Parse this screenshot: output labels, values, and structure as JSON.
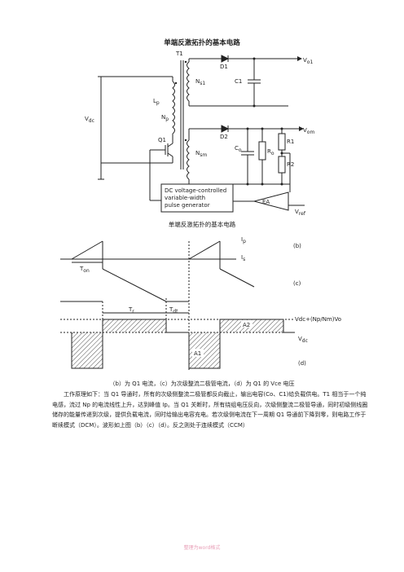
{
  "title": "单端反激拓扑的基本电路",
  "circuit": {
    "labels": {
      "t1": "T1",
      "d1": "D1",
      "vo1": "V",
      "vo1_sub": "o1",
      "ns1": "N",
      "ns1_sub": "s1",
      "c1": "C1",
      "lp": "L",
      "lp_sub": "p",
      "np": "N",
      "np_sub": "p",
      "vdc": "V",
      "vdc_sub": "dc",
      "d2": "D2",
      "vom": "V",
      "vom_sub": "om",
      "q1": "Q1",
      "nsm": "N",
      "nsm_sub": "sm",
      "co": "C",
      "co_sub": "o",
      "ro": "R",
      "ro_sub": "o",
      "r1": "R1",
      "r2": "R2",
      "ea": "EA",
      "vref": "V",
      "vref_sub": "ref",
      "controller_line1": "DC voltage-controlled",
      "controller_line2": "variable-width",
      "controller_line3": "pulse generator"
    },
    "caption": "单端反激拓扑的基本电路"
  },
  "waveforms": {
    "labels": {
      "ip": "I",
      "ip_sub": "p",
      "is": "I",
      "is_sub": "s",
      "b": "(b)",
      "c": "(c)",
      "d": "(d)",
      "ton": "T",
      "ton_sub": "on",
      "tr": "T",
      "tr_sub": "r",
      "tdt": "T",
      "tdt_sub": "dt",
      "vdc_plus": "Vdc+(Np/Nm)Vo",
      "vdc": "V",
      "vdc_sub": "dc",
      "a1": "A1",
      "a2": "A2"
    },
    "caption": "（b）为 Q1 电流，（c）为次级整流二极管电流，（d）为 Q1 的 Vce 电压"
  },
  "body": {
    "paragraph": "工作原理如下：当 Q1 导通时，所有的次级侧整流二极管都反向截止，输出电容(Co、C1)给负载供电。T1 相当于一个纯电感，流过 Np 的电流线性上升，达到峰值 Ip。当 Q1 关断时，所有绕组电压反向，次级侧整流二极管导通，同时初级侧线圈储存的能量传递到次级，提供负载电流，同时给输出电容充电。若次级侧电流在下一周期 Q1 导通前下降到零，则电路工作于断续模式（DCM）。波形如上图（b）（c）（d）。反之则处于连续模式（CCM）"
  },
  "footer": "整理为word格式"
}
